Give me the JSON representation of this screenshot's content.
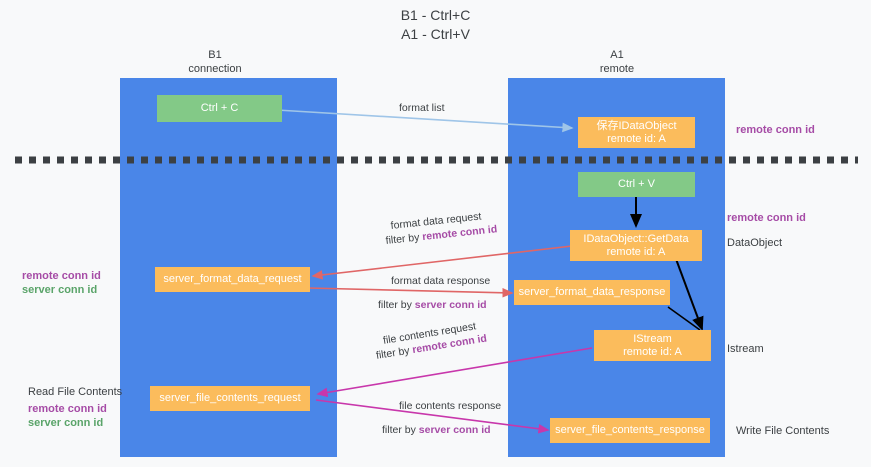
{
  "title": {
    "line1": "B1 - Ctrl+C",
    "line2": "A1 - Ctrl+V"
  },
  "columns": [
    {
      "name": "B1",
      "sub": "connection",
      "color": "#4a86e8"
    },
    {
      "name": "A1",
      "sub": "remote",
      "color": "#4a86e8"
    }
  ],
  "boxes": {
    "ctrl_c": "Ctrl + C",
    "ctrl_v": "Ctrl + V",
    "save_idataobject_l1": "保存IDataObject",
    "save_idataobject_l2": "remote id: A",
    "getdata_l1": "IDataObject::GetData",
    "getdata_l2": "remote id: A",
    "istream_l1": "IStream",
    "istream_l2": "remote id: A",
    "server_format_data_request": "server_format_data_request",
    "server_format_data_response": "server_format_data_response",
    "server_file_contents_request": "server_file_contents_request",
    "server_file_contents_response": "server_file_contents_response"
  },
  "right_notes": {
    "remote_conn_id_top": "remote conn id",
    "remote_conn_id_mid": "remote conn id",
    "dataobject": "DataObject",
    "istream": "Istream",
    "write_file_contents": "Write File Contents"
  },
  "left_notes": {
    "remote_conn_id": "remote conn id",
    "server_conn_id": "server conn id",
    "read_file_contents": "Read File Contents",
    "remote_conn_id_2": "remote conn id",
    "server_conn_id_2": "server conn id"
  },
  "edge_labels": {
    "format_list": "format list",
    "format_data_request": "format data request",
    "filter_by_remote_conn_id_1_pre": "filter by ",
    "filter_by_remote_conn_id_1": "remote conn id",
    "format_data_response": "format data response",
    "filter_by_server_conn_id_1_pre": "filter by ",
    "filter_by_server_conn_id_1": "server conn id",
    "file_contents_request": "file contents request",
    "filter_by_remote_conn_id_2_pre": "filter by ",
    "filter_by_remote_conn_id_2": "remote conn id",
    "file_contents_response": "file contents response",
    "filter_by_server_conn_id_2_pre": "filter by ",
    "filter_by_server_conn_id_2": "server conn id"
  },
  "colors": {
    "column": "#4a86e8",
    "green_box": "#83c987",
    "orange_box": "#fbbc5c",
    "purple": "#a64ca6",
    "green_text": "#5aa469",
    "arrow_blue": "#9fc5e8",
    "arrow_red": "#e06666",
    "arrow_magenta": "#c837ab",
    "arrow_black": "#000000",
    "dashed_line": "#3c4043",
    "background": "#f8f9fa"
  }
}
